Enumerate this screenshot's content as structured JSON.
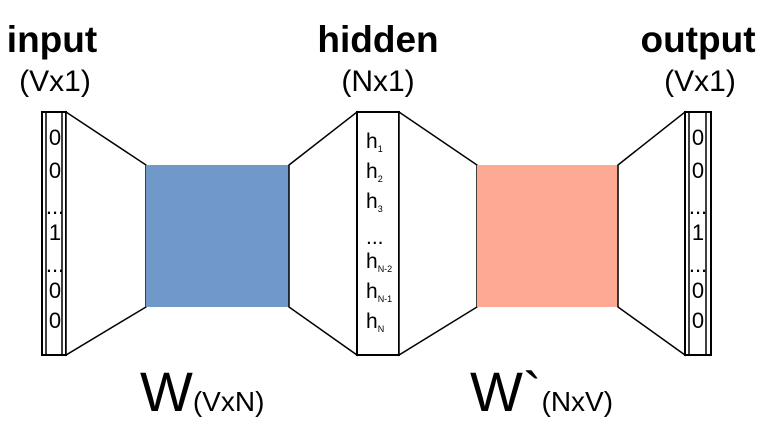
{
  "colors": {
    "input_weight_fill": "#7099c9",
    "output_weight_fill": "#fda994",
    "outline": "#000000",
    "background": "#ffffff"
  },
  "input_layer": {
    "title": "input",
    "dimension": "(Vx1)",
    "cells": [
      "0",
      "0",
      "...",
      "1",
      "...",
      "0",
      "0"
    ]
  },
  "hidden_layer": {
    "title": "hidden",
    "dimension": "(Nx1)",
    "cells": [
      {
        "base": "h",
        "sub": "1"
      },
      {
        "base": "h",
        "sub": "2"
      },
      {
        "base": "h",
        "sub": "3"
      },
      {
        "base": "...",
        "sub": ""
      },
      {
        "base": "h",
        "sub": "N-2"
      },
      {
        "base": "h",
        "sub": "N-1"
      },
      {
        "base": "h",
        "sub": "N"
      }
    ]
  },
  "output_layer": {
    "title": "output",
    "dimension": "(Vx1)",
    "cells": [
      "0",
      "0",
      "...",
      "1",
      "...",
      "0",
      "0"
    ]
  },
  "input_weights": {
    "label": "W",
    "dimension": "(VxN)"
  },
  "output_weights": {
    "label": "W`",
    "dimension": "(NxV)"
  }
}
